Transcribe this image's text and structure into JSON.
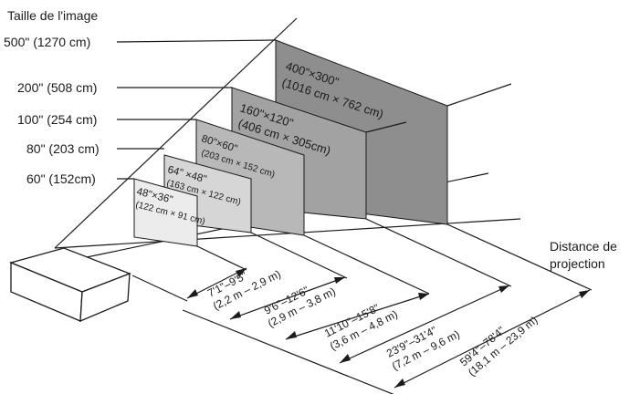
{
  "title": "Taille de l'image",
  "distance_title": [
    "Distance de",
    "projection"
  ],
  "size_labels": [
    "500\" (1270 cm)",
    "200\" (508 cm)",
    "100\" (254 cm)",
    "80\" (203 cm)",
    "60\" (152cm)"
  ],
  "screens": [
    {
      "dims": "48\"×36\"",
      "cm": "(122 cm × 91 cm)",
      "fill": "#ececec"
    },
    {
      "dims": "64\" ×48\"",
      "cm": "(163 cm × 122 cm)",
      "fill": "#d6d6d6"
    },
    {
      "dims": "80\"×60\"",
      "cm": "(203 cm × 152 cm)",
      "fill": "#b8b8b8"
    },
    {
      "dims": "160\"×120\"",
      "cm": "(406 cm × 305cm)",
      "fill": "#a2a2a2"
    },
    {
      "dims": "400\"×300\"",
      "cm": "(1016 cm × 762 cm)",
      "fill": "#8e8e8e"
    }
  ],
  "distances": [
    {
      "ft": "7'1\"–9'5\"",
      "m": "(2,2 m – 2,9 m)"
    },
    {
      "ft": "9'6\"–12'6\"",
      "m": "(2,9 m – 3,8 m)"
    },
    {
      "ft": "11'10\"–15'8\"",
      "m": "(3,6 m – 4,8 m)"
    },
    {
      "ft": "23'9\"–31'4\"",
      "m": "(7,2 m – 9,6 m)"
    },
    {
      "ft": "59'4\"–78'4\"",
      "m": "(18,1 m – 23,9 m)"
    }
  ]
}
